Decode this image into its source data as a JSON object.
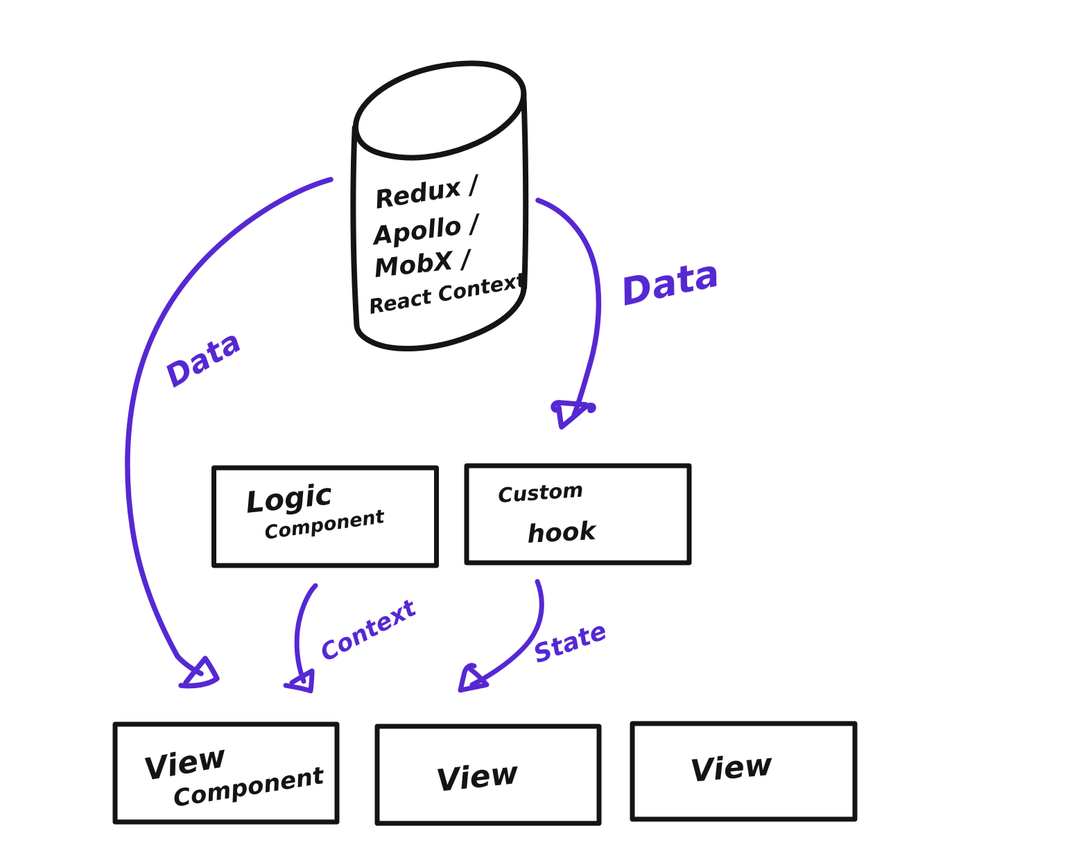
{
  "canvas": {
    "background": "#ffffff",
    "ink_color": "#141414",
    "accent_color": "#5628d2"
  },
  "store": {
    "shape": "cylinder",
    "lines": [
      "Redux /",
      "Apollo /",
      "MobX /",
      "React Context"
    ]
  },
  "nodes": {
    "logic_component": {
      "lines": [
        "Logic",
        "Component"
      ]
    },
    "custom_hook": {
      "lines": [
        "Custom",
        "hook"
      ]
    },
    "view_component": {
      "lines": [
        "View",
        "Component"
      ]
    },
    "view_middle": {
      "lines": [
        "View"
      ]
    },
    "view_right": {
      "lines": [
        "View"
      ]
    }
  },
  "edges": {
    "data_left": {
      "label": "Data"
    },
    "data_right": {
      "label": "Data"
    },
    "context": {
      "label": "Context"
    },
    "state": {
      "label": "State"
    }
  }
}
